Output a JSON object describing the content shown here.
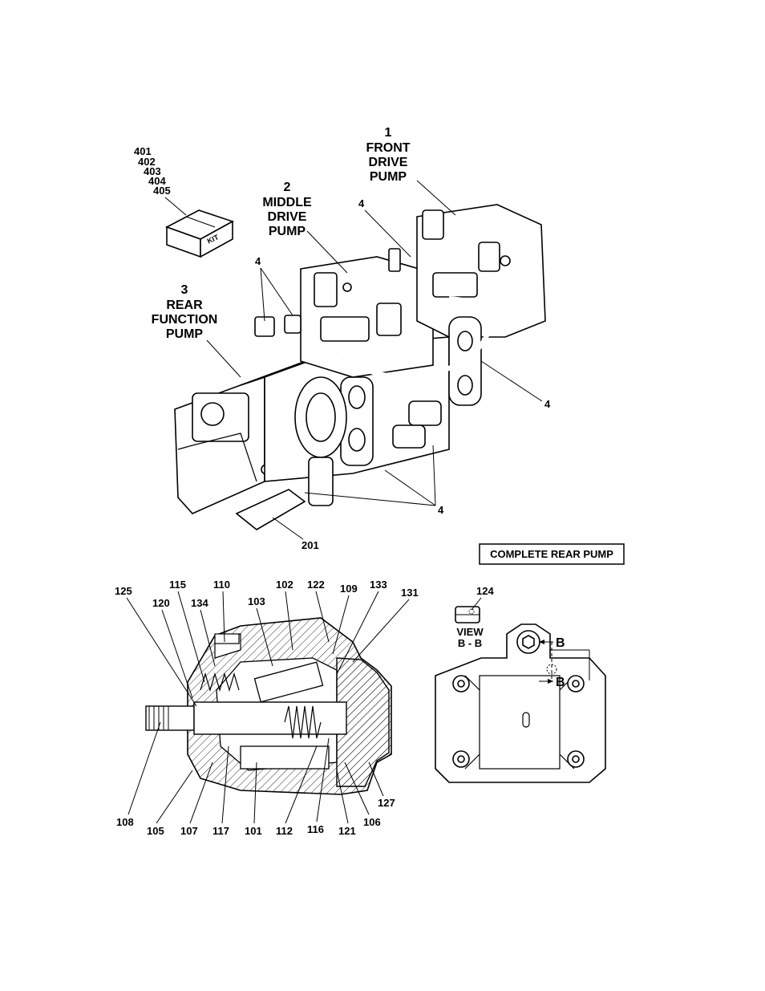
{
  "kit_callouts": [
    "401",
    "402",
    "403",
    "404",
    "405"
  ],
  "kit_box_label": "KIT",
  "assemblies": {
    "front": {
      "number": "1",
      "lines": [
        "FRONT",
        "DRIVE",
        "PUMP"
      ]
    },
    "middle": {
      "number": "2",
      "lines": [
        "MIDDLE",
        "DRIVE",
        "PUMP"
      ]
    },
    "rear": {
      "number": "3",
      "lines": [
        "REAR",
        "FUNCTION",
        "PUMP"
      ]
    }
  },
  "hose_callouts": [
    "4",
    "4",
    "4",
    "4"
  ],
  "fitting_callout": "201",
  "complete_rear_pump_label": "COMPLETE REAR PUMP",
  "section_callouts": {
    "top": [
      "125",
      "115",
      "110",
      "102",
      "122",
      "109",
      "133",
      "131",
      "120",
      "134",
      "103"
    ],
    "bottom": [
      "108",
      "105",
      "107",
      "117",
      "101",
      "112",
      "116",
      "121",
      "106",
      "127"
    ]
  },
  "view": {
    "callout": "124",
    "title_lines": [
      "VIEW",
      "B - B"
    ],
    "section_marker": "B"
  }
}
